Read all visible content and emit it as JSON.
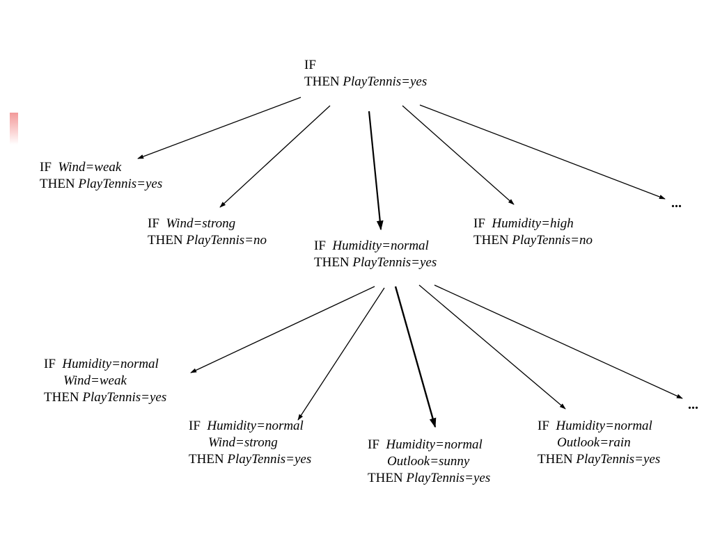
{
  "accent_color": "#f29a9a",
  "tree": {
    "root": {
      "if_keyword": "IF",
      "then_keyword": "THEN",
      "conditions": [],
      "conclusion": "PlayTennis=yes"
    },
    "level1": [
      {
        "if_keyword": "IF",
        "then_keyword": "THEN",
        "conditions": [
          "Wind=weak"
        ],
        "conclusion": "PlayTennis=yes"
      },
      {
        "if_keyword": "IF",
        "then_keyword": "THEN",
        "conditions": [
          "Wind=strong"
        ],
        "conclusion": "PlayTennis=no"
      },
      {
        "if_keyword": "IF",
        "then_keyword": "THEN",
        "conditions": [
          "Humidity=normal"
        ],
        "conclusion": "PlayTennis=yes"
      },
      {
        "if_keyword": "IF",
        "then_keyword": "THEN",
        "conditions": [
          "Humidity=high"
        ],
        "conclusion": "PlayTennis=no"
      }
    ],
    "level1_more": "...",
    "level2": [
      {
        "if_keyword": "IF",
        "then_keyword": "THEN",
        "conditions": [
          "Humidity=normal",
          "Wind=weak"
        ],
        "conclusion": "PlayTennis=yes"
      },
      {
        "if_keyword": "IF",
        "then_keyword": "THEN",
        "conditions": [
          "Humidity=normal",
          "Wind=strong"
        ],
        "conclusion": "PlayTennis=yes"
      },
      {
        "if_keyword": "IF",
        "then_keyword": "THEN",
        "conditions": [
          "Humidity=normal",
          "Outlook=sunny"
        ],
        "conclusion": "PlayTennis=yes"
      },
      {
        "if_keyword": "IF",
        "then_keyword": "THEN",
        "conditions": [
          "Humidity=normal",
          "Outlook=rain"
        ],
        "conclusion": "PlayTennis=yes"
      }
    ],
    "level2_more": "..."
  }
}
